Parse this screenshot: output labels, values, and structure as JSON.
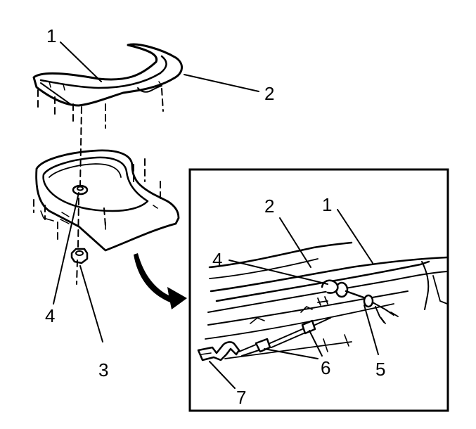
{
  "diagram": {
    "main_callouts": {
      "c1": "1",
      "c2": "2",
      "c3": "3",
      "c4": "4"
    },
    "detail_callouts": {
      "c1": "1",
      "c2": "2",
      "c4": "4",
      "c5": "5",
      "c6": "6",
      "c7": "7"
    }
  },
  "colors": {
    "line": "#000000",
    "background": "#ffffff"
  }
}
